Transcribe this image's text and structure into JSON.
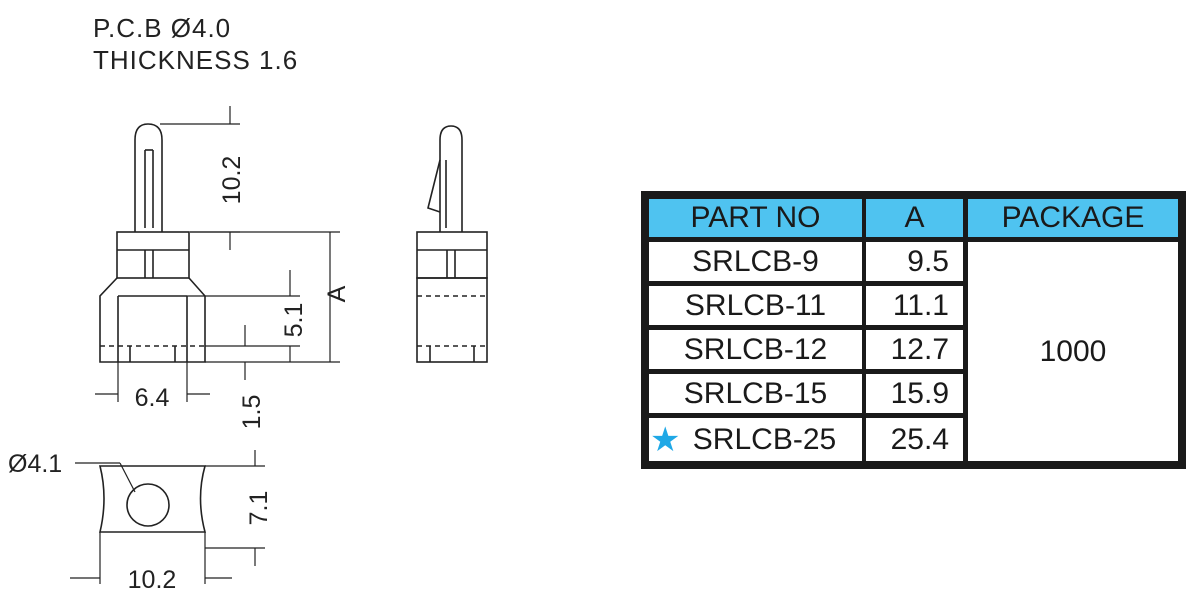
{
  "header": {
    "line1": "P.C.B  Ø4.0",
    "line2": "THICKNESS  1.6"
  },
  "dimensions": {
    "top_height": "10.2",
    "a_label": "A",
    "inner_height": "5.1",
    "bottom_gap": "1.5",
    "width_front": "6.4",
    "hole_dia": "Ø4.1",
    "base_height": "7.1",
    "base_width": "10.2"
  },
  "table": {
    "headers": [
      "PART NO",
      "A",
      "PACKAGE"
    ],
    "rows": [
      {
        "part": "SRLCB-9",
        "a": "9.5"
      },
      {
        "part": "SRLCB-11",
        "a": "11.1"
      },
      {
        "part": "SRLCB-12",
        "a": "12.7"
      },
      {
        "part": "SRLCB-15",
        "a": "15.9"
      },
      {
        "part": "SRLCB-25",
        "a": "25.4"
      }
    ],
    "package": "1000",
    "star_icon": "star-icon",
    "star_color": "#1fa8e6",
    "header_color": "#4fc3f0"
  }
}
